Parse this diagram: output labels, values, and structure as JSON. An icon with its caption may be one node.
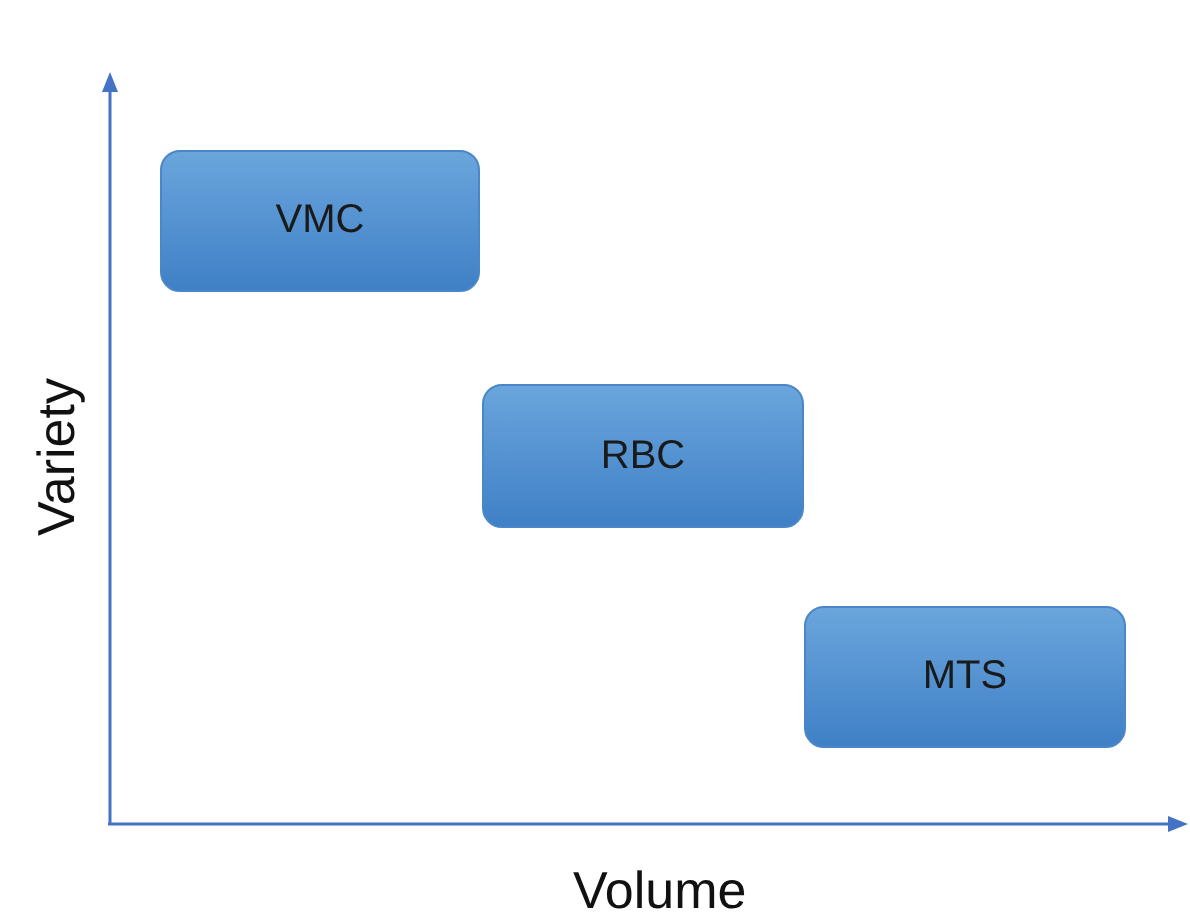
{
  "diagram": {
    "nodes": [
      {
        "text": [
          "VMC"
        ]
      },
      {
        "text": [
          "RBC"
        ]
      },
      {
        "text": [
          "MTS"
        ]
      }
    ],
    "labels": [
      "Variety",
      "Volume"
    ]
  }
}
